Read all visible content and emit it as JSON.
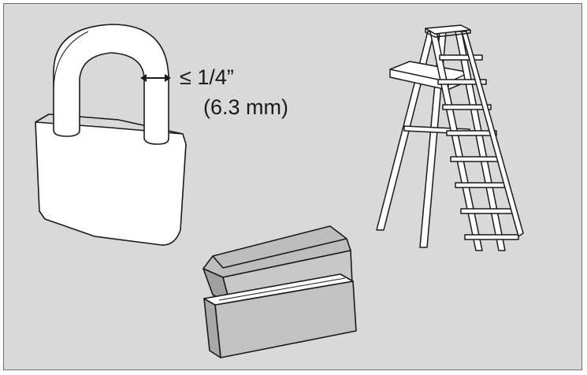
{
  "figure": {
    "background": "#d9d9d9",
    "stroke_color": "#1a1a1a",
    "items": [
      {
        "name": "padlock",
        "icon": "padlock-icon"
      },
      {
        "name": "stepladder",
        "icon": "stepladder-icon"
      },
      {
        "name": "toolbox",
        "icon": "toolbox-icon"
      }
    ],
    "dimension": {
      "label_imperial": "≤ 1/4”",
      "label_metric": "(6.3 mm)"
    }
  }
}
